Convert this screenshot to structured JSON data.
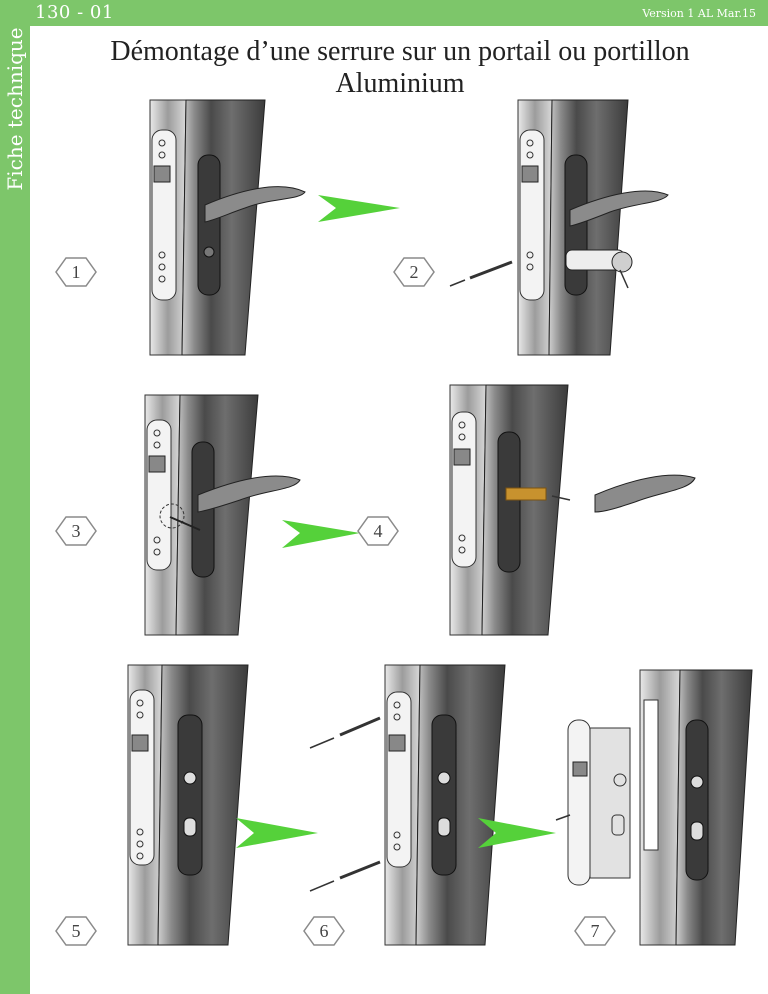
{
  "header": {
    "reference": "130 - 01",
    "version": "Version 1  AL Mar.15",
    "sidebar_label": "Fiche technique"
  },
  "title": {
    "line1": "Démontage d’une serrure sur un portail ou portillon",
    "line2": "Aluminium"
  },
  "steps": [
    "1",
    "2",
    "3",
    "4",
    "5",
    "6",
    "7"
  ],
  "colors": {
    "accent": "#7dc66a",
    "arrow": "#55d13a",
    "profile": "#5a5a5a",
    "plate": "#dcdcdc"
  }
}
